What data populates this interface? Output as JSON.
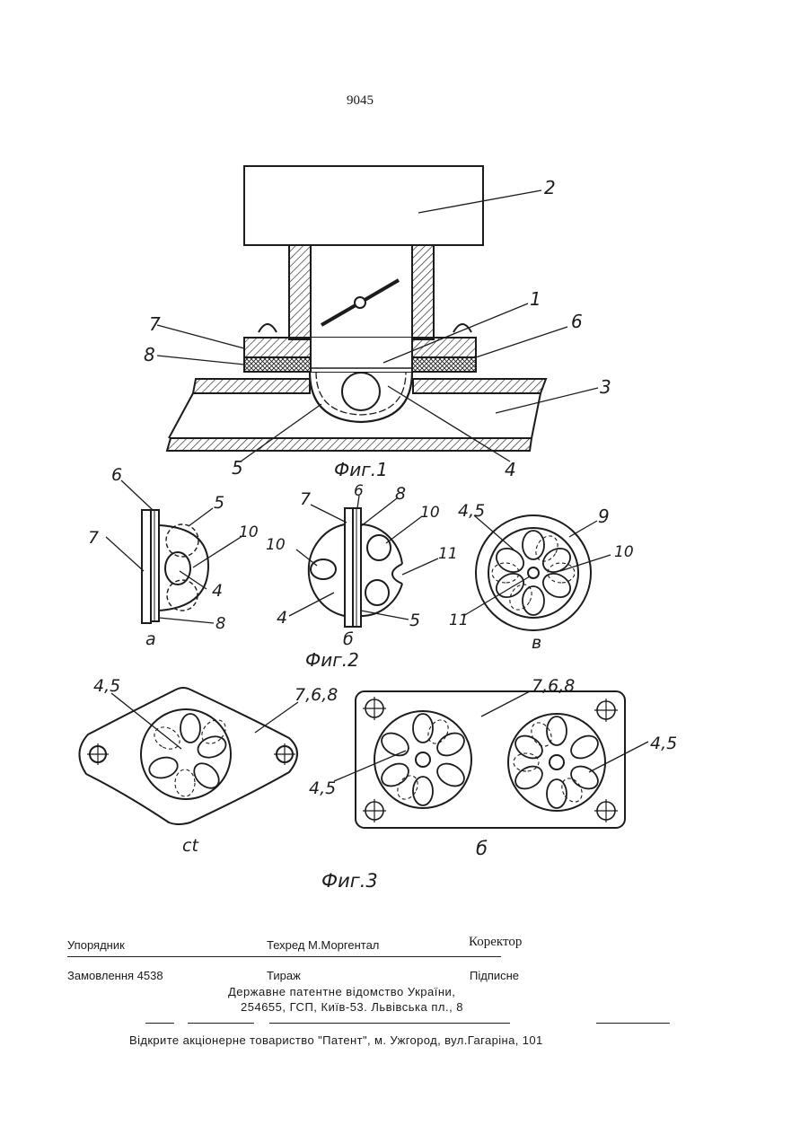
{
  "page_number": "9045",
  "figures": {
    "fig1": {
      "caption": "Фиг.1",
      "labels": {
        "l1": "1",
        "l2": "2",
        "l3": "3",
        "l4": "4",
        "l5": "5",
        "l6": "6",
        "l7": "7",
        "l8": "8"
      }
    },
    "fig2": {
      "caption": "Фиг.2",
      "sub_a": "а",
      "sub_b": "б",
      "sub_v": "в",
      "labels_a": {
        "l6": "6",
        "l5": "5",
        "l10": "10",
        "l7": "7",
        "l4": "4",
        "l8": "8"
      },
      "labels_b": {
        "l7": "7",
        "l6": "6",
        "l8": "8",
        "l10a": "10",
        "l10b": "10",
        "l11": "11",
        "l4": "4",
        "l5": "5"
      },
      "labels_v": {
        "l45": "4,5",
        "l9": "9",
        "l10": "10",
        "l11": "11"
      }
    },
    "fig3": {
      "caption": "Фиг.3",
      "sub_a": "ct",
      "sub_b": "б",
      "labels_a": {
        "l45": "4,5",
        "l768": "7,6,8"
      },
      "labels_b": {
        "l768": "7,6,8",
        "l45a": "4,5",
        "l45b": "4,5"
      }
    }
  },
  "footer": {
    "compiler": "Упорядник",
    "techred": "Техред М.Моргентал",
    "corrector": "Коректор",
    "order": "Замовлення 4538",
    "circulation": "Тираж",
    "subscription": "Підписне",
    "office": "Державне патентне відомство України,",
    "address": "254655, ГСП, Київ-53. Львівська пл., 8",
    "publisher": "Відкрите акціонерне товариство \"Патент\", м. Ужгород, вул.Гагаріна, 101"
  }
}
